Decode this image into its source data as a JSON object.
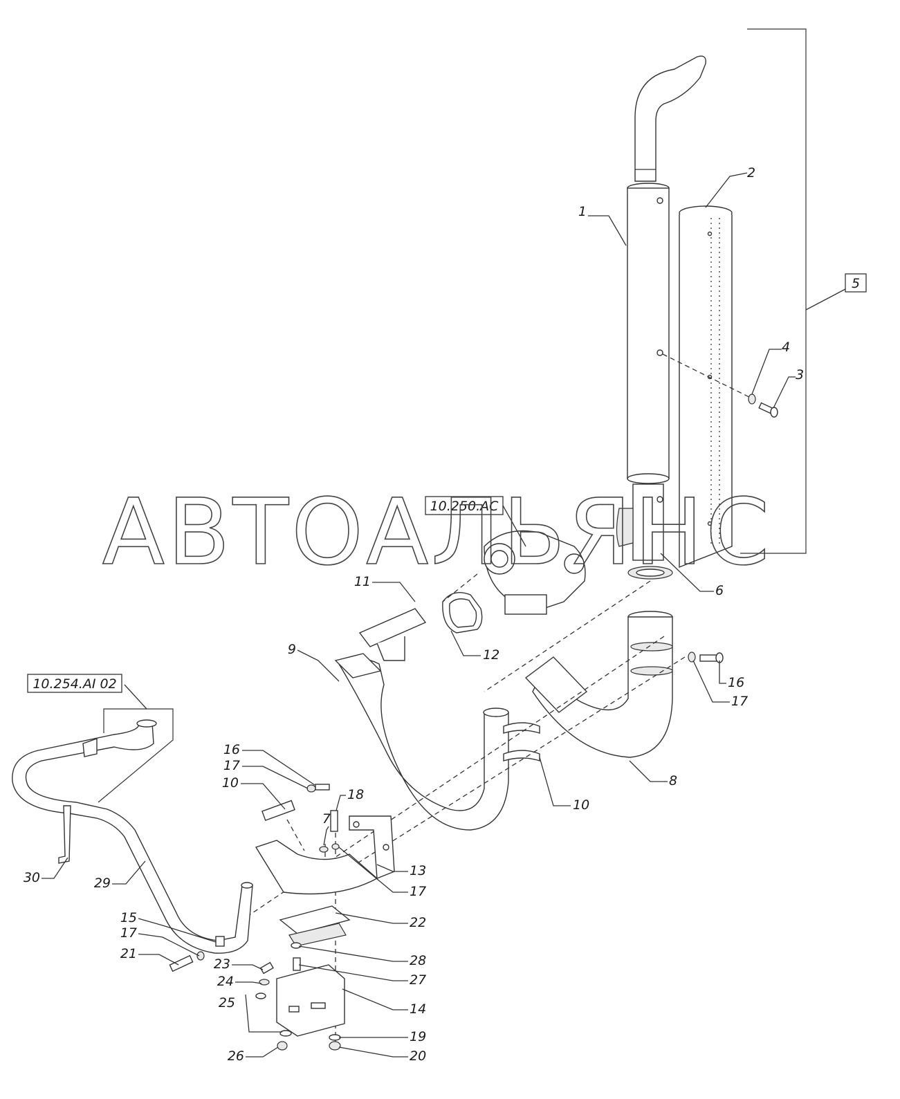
{
  "watermark": "АВТОАЛЬЯНС",
  "references": {
    "turbo_ref": "10.250.AC",
    "intake_ref": "10.254.AI 02",
    "assembly_ref": "5"
  },
  "callouts": {
    "c1": "1",
    "c2": "2",
    "c3": "3",
    "c4": "4",
    "c6": "6",
    "c7": "7",
    "c8": "8",
    "c9": "9",
    "c10a": "10",
    "c10b": "10",
    "c11": "11",
    "c12": "12",
    "c13": "13",
    "c14": "14",
    "c15": "15",
    "c16a": "16",
    "c16b": "16",
    "c17a": "17",
    "c17b": "17",
    "c17c": "17",
    "c17d": "17",
    "c18": "18",
    "c19": "19",
    "c20": "20",
    "c21": "21",
    "c22": "22",
    "c23": "23",
    "c24": "24",
    "c25": "25",
    "c26": "26",
    "c27": "27",
    "c28": "28",
    "c29": "29",
    "c30": "30"
  }
}
